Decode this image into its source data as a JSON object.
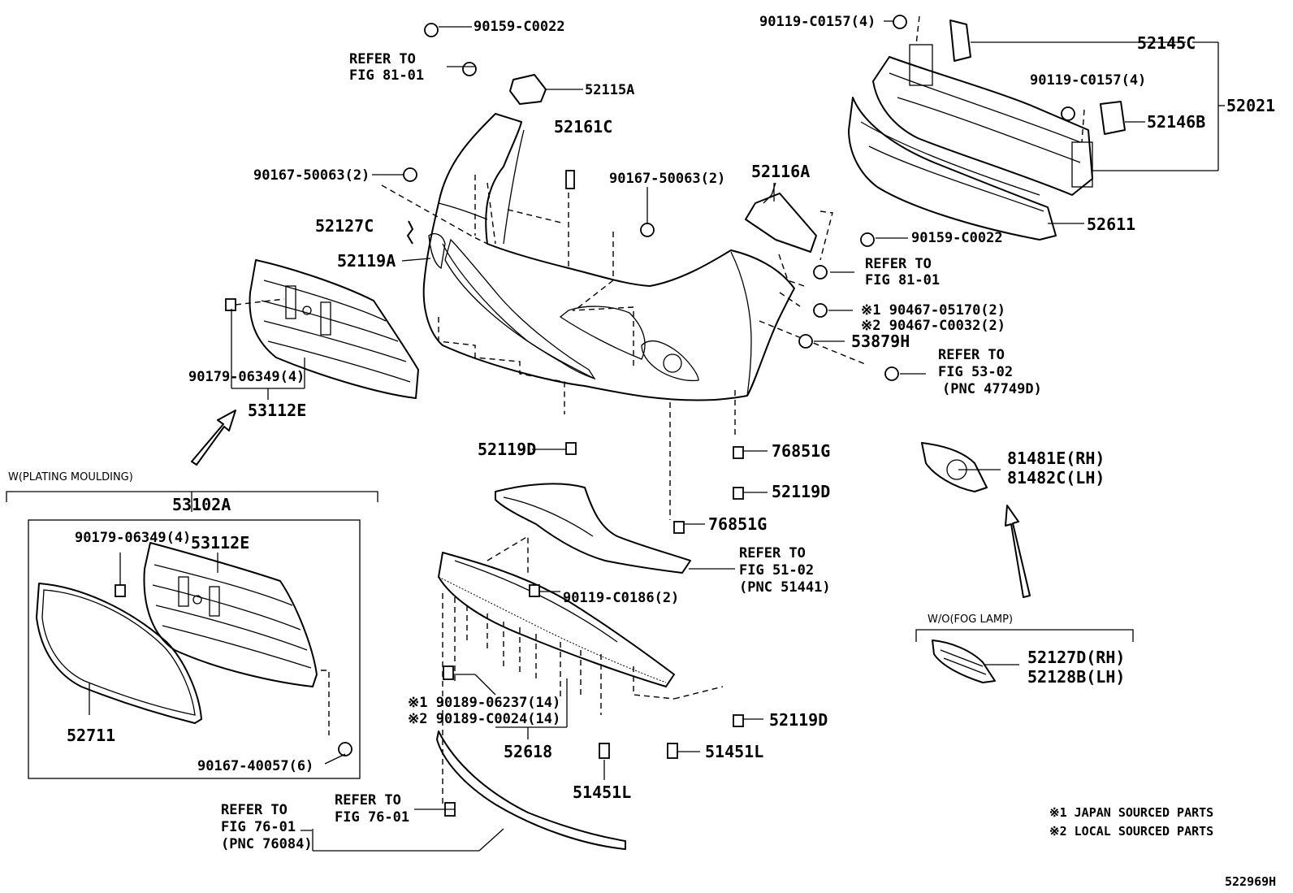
{
  "diagram_id": "522969H",
  "labels": {
    "p90159_top": "90159-C0022",
    "refer_fig81_left_1": "REFER TO",
    "refer_fig81_left_2": "FIG 81-01",
    "p52115A": "52115A",
    "p90119_c0157_top": "90119-C0157(4)",
    "p52145C": "52145C",
    "p90119_c0157_mid": "90119-C0157(4)",
    "p52021": "52021",
    "p52146B": "52146B",
    "p52161C": "52161C",
    "p90167_50063_left": "90167-50063(2)",
    "p90167_50063_center": "90167-50063(2)",
    "p52116A": "52116A",
    "p52611": "52611",
    "p52127C": "52127C",
    "p90159_right": "90159-C0022",
    "p52119A": "52119A",
    "refer_fig81_right_1": "REFER TO",
    "refer_fig81_right_2": "FIG 81-01",
    "p90467_1": "※1 90467-05170(2)",
    "p90467_2": "※2 90467-C0032(2)",
    "p53879H": "53879H",
    "refer_fig53_1": "REFER TO",
    "refer_fig53_2": "FIG 53-02",
    "refer_fig53_3": "(PNC 47749D)",
    "p90179_top": "90179-06349(4)",
    "p53112E_top": "53112E",
    "p52119D_left": "52119D",
    "p76851G_1": "76851G",
    "p52119D_mid": "52119D",
    "p81481E": "81481E(RH)",
    "p81482C": "81482C(LH)",
    "w_plating": "W(PLATING MOULDING)",
    "p53102A": "53102A",
    "p76851G_2": "76851G",
    "p90179_box": "90179-06349(4)",
    "p53112E_box": "53112E",
    "refer_fig51_1": "REFER TO",
    "refer_fig51_2": "FIG 51-02",
    "refer_fig51_3": "(PNC 51441)",
    "p90119_c0186": "90119-C0186(2)",
    "wo_fog": "W/O(FOG LAMP)",
    "p52127D": "52127D(RH)",
    "p52128B": "52128B(LH)",
    "p90189_1": "※1 90189-06237(14)",
    "p90189_2": "※2 90189-C0024(14)",
    "p52119D_right": "52119D",
    "p52711": "52711",
    "p52618": "52618",
    "p51451L_mid": "51451L",
    "p51451L_right": "51451L",
    "p90167_40057": "90167-40057(6)",
    "refer_fig76_a_1": "REFER TO",
    "refer_fig76_a_2": "FIG 76-01",
    "refer_fig76_a_3": "(PNC 76084)",
    "refer_fig76_b_1": "REFER TO",
    "refer_fig76_b_2": "FIG 76-01",
    "note_1": "※1 JAPAN SOURCED PARTS",
    "note_2": "※2 LOCAL SOURCED PARTS"
  }
}
